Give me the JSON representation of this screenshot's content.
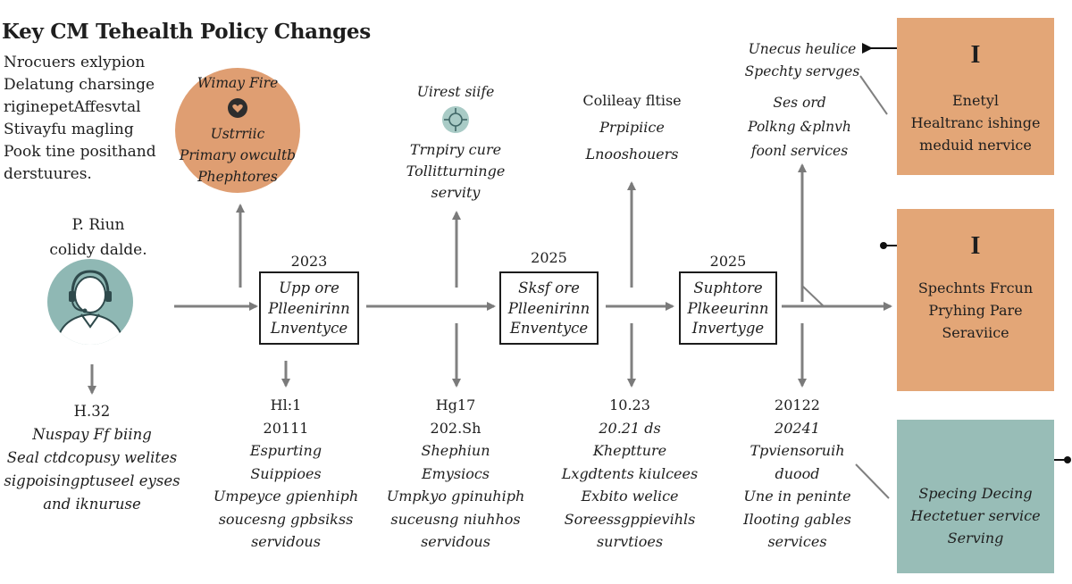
{
  "title": "Key CM Tehealth Policy Changes",
  "intro_lines": [
    "Nrocuers exlypion",
    "Delatung charsinge",
    "riginepetAffesvtal",
    "Stivayfu magling",
    "Pook  tine posithand",
    "derstuures."
  ],
  "person": {
    "caption_lines": [
      "P. Riun",
      "colidy dalde."
    ],
    "icon": "user-headset-icon",
    "below_lines": [
      "H.32",
      "Nuspay Ff biing",
      "Seal ctdcopusy welites",
      "sigpoisingptuseel eyses",
      "and iknuruse"
    ]
  },
  "circle": {
    "lines_top": "Wimay Fire",
    "icon": "heart-icon",
    "lines": [
      "Ustrriic",
      "Primary owcultb",
      "Phephtores"
    ]
  },
  "steps": [
    {
      "year": "2023",
      "box_lines": [
        "Upp ore",
        "Plleenirinn",
        "Lnventyce"
      ],
      "below_lines": [
        "Hl:1",
        "20111",
        "Espurting",
        "Suippioes",
        "Umpeyce gpienhiph",
        "soucesng gpbsikss",
        "servidous"
      ]
    },
    {
      "top_lines": [
        "Uirest siife"
      ],
      "icon": "target-icon",
      "top_lines2": [
        "Trnpiry cure",
        "Tollitturninge",
        "servity"
      ],
      "year": "2025",
      "box_lines": [
        "Sksf ore",
        "Plleenirinn",
        "Enventyce"
      ],
      "below_lines": [
        "Hg17",
        "202.Sh",
        "Shephiun",
        "Emysiocs",
        "Umpkyo gpinuhiph",
        "suceusng niuhhos",
        "servidous"
      ]
    },
    {
      "top_lines": [
        "Colileay fltise",
        "Prpipiice",
        "Lnooshouers"
      ],
      "year": "2025",
      "box_lines": [
        "Suphtore",
        "Plkeeurinn",
        "Invertyge"
      ],
      "below_lines": [
        "10.23",
        "20.21 ds",
        "Kheptture",
        "Lxgdtents kiulcees",
        "Exbito welice",
        "Soreessgppievihls",
        "survtioes"
      ]
    },
    {
      "top_lines": [
        "Unecus heulice",
        "Spechty servges",
        "Ses ord",
        "Polkng &plnvh",
        "foonl services"
      ],
      "below_lines": [
        "20122",
        "20241",
        "Tpviensoruih",
        "duood",
        "Une in  peninte",
        "Ilooting gables",
        "services"
      ]
    }
  ],
  "panels": [
    {
      "glyph": "I",
      "lines": [
        "Enetyl",
        "Healtranc ishinge",
        "meduid  nervice"
      ]
    },
    {
      "glyph": "I",
      "lines": [
        "Spechnts Frcun",
        "Pryhing Pare",
        "Seraviice"
      ]
    },
    {
      "lines": [
        "Specing Decing",
        "Hectetuer service",
        "Serving"
      ]
    }
  ],
  "colors": {
    "orange_panel": "#e3a677",
    "orange_circle": "#df9e72",
    "teal": "#98bdb7",
    "avatar_bg": "#8fb8b4",
    "arrow": "#808080"
  }
}
